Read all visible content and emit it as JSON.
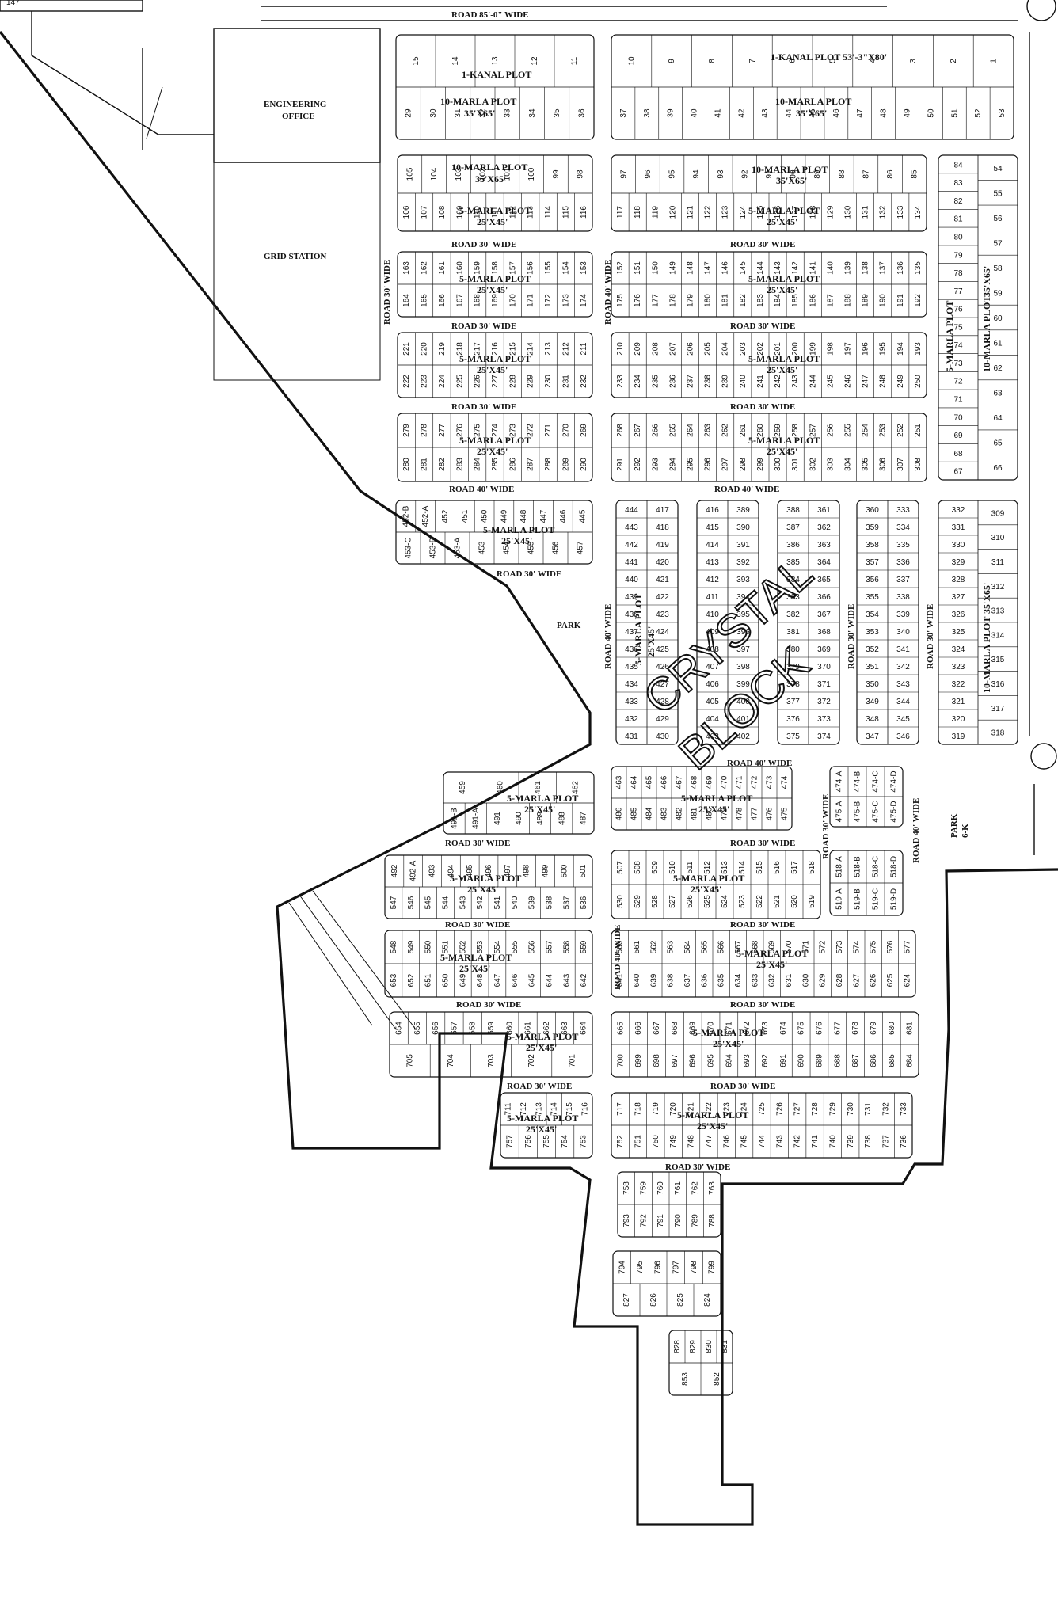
{
  "map": {
    "title_line1": "CRYSTAL",
    "title_line2": "BLOCK",
    "corner_number": "147",
    "roads": {
      "top": "ROAD 85'-0\" WIDE",
      "r30": "ROAD 30' WIDE",
      "r40": "ROAD 40' WIDE"
    },
    "landmarks": {
      "engineering": "ENGINEERING",
      "office": "OFFICE",
      "grid_station": "GRID STATION",
      "park": "PARK",
      "park6k_line1": "PARK",
      "park6k_line2": "6-K"
    },
    "plot_types": {
      "kanal_1": "1-KANAL PLOT",
      "kanal_1_size": "1-KANAL PLOT 53'-3\"X80'",
      "marla_10": "10-MARLA PLOT",
      "marla_5": "5-MARLA PLOT",
      "size_35x65": "35'X65'",
      "size_25x45": "25'X45'"
    },
    "blocks": [
      {
        "r1": [
          "15",
          "14",
          "13",
          "12",
          "11"
        ],
        "r2": [
          "29",
          "30",
          "31",
          "32",
          "33",
          "34",
          "35",
          "36"
        ]
      },
      {
        "r1": [
          "10",
          "9",
          "8",
          "7",
          "6",
          "5",
          "4",
          "3",
          "2",
          "1"
        ],
        "r2": [
          "37",
          "38",
          "39",
          "40",
          "41",
          "42",
          "43",
          "44",
          "45",
          "46",
          "47",
          "48",
          "49",
          "50",
          "51",
          "52",
          "53"
        ]
      },
      {
        "r1": [
          "105",
          "104",
          "103",
          "102",
          "101",
          "100",
          "99",
          "98"
        ],
        "r2": [
          "106",
          "107",
          "108",
          "109",
          "110",
          "111",
          "112",
          "113",
          "114",
          "115",
          "116"
        ]
      },
      {
        "r1": [
          "97",
          "96",
          "95",
          "94",
          "93",
          "92",
          "91",
          "90",
          "89",
          "88",
          "87",
          "86",
          "85"
        ],
        "r2": [
          "117",
          "118",
          "119",
          "120",
          "121",
          "122",
          "123",
          "124",
          "125",
          "126",
          "127",
          "128",
          "129",
          "130",
          "131",
          "132",
          "133",
          "134"
        ]
      },
      {
        "r1": [
          "163",
          "162",
          "161",
          "160",
          "159",
          "158",
          "157",
          "156",
          "155",
          "154",
          "153"
        ],
        "r2": [
          "164",
          "165",
          "166",
          "167",
          "168",
          "169",
          "170",
          "171",
          "172",
          "173",
          "174"
        ]
      },
      {
        "r1": [
          "152",
          "151",
          "150",
          "149",
          "148",
          "147",
          "146",
          "145",
          "144",
          "143",
          "142",
          "141",
          "140",
          "139",
          "138",
          "137",
          "136",
          "135"
        ],
        "r2": [
          "175",
          "176",
          "177",
          "178",
          "179",
          "180",
          "181",
          "182",
          "183",
          "184",
          "185",
          "186",
          "187",
          "188",
          "189",
          "190",
          "191",
          "192"
        ]
      },
      {
        "r1": [
          "221",
          "220",
          "219",
          "218",
          "217",
          "216",
          "215",
          "214",
          "213",
          "212",
          "211"
        ],
        "r2": [
          "222",
          "223",
          "224",
          "225",
          "226",
          "227",
          "228",
          "229",
          "230",
          "231",
          "232"
        ]
      },
      {
        "r1": [
          "210",
          "209",
          "208",
          "207",
          "206",
          "205",
          "204",
          "203",
          "202",
          "201",
          "200",
          "199",
          "198",
          "197",
          "196",
          "195",
          "194",
          "193"
        ],
        "r2": [
          "233",
          "234",
          "235",
          "236",
          "237",
          "238",
          "239",
          "240",
          "241",
          "242",
          "243",
          "244",
          "245",
          "246",
          "247",
          "248",
          "249",
          "250"
        ]
      },
      {
        "r1": [
          "279",
          "278",
          "277",
          "276",
          "275",
          "274",
          "273",
          "272",
          "271",
          "270",
          "269"
        ],
        "r2": [
          "280",
          "281",
          "282",
          "283",
          "284",
          "285",
          "286",
          "287",
          "288",
          "289",
          "290"
        ]
      },
      {
        "r1": [
          "268",
          "267",
          "266",
          "265",
          "264",
          "263",
          "262",
          "261",
          "260",
          "259",
          "258",
          "257",
          "256",
          "255",
          "254",
          "253",
          "252",
          "251"
        ],
        "r2": [
          "291",
          "292",
          "293",
          "294",
          "295",
          "296",
          "297",
          "298",
          "299",
          "300",
          "301",
          "302",
          "303",
          "304",
          "305",
          "306",
          "307",
          "308"
        ]
      }
    ],
    "side_block": {
      "left": [
        "84",
        "83",
        "82",
        "81",
        "80",
        "79",
        "78",
        "77",
        "76",
        "75",
        "74",
        "73",
        "72",
        "71",
        "70",
        "69",
        "68",
        "67"
      ],
      "right": [
        "54",
        "55",
        "56",
        "57",
        "58",
        "59",
        "60",
        "61",
        "62",
        "63",
        "64",
        "65",
        "66"
      ]
    },
    "vertical_blocks": [
      {
        "a": [
          "444",
          "443",
          "442",
          "441",
          "440",
          "439",
          "438",
          "437",
          "436",
          "435",
          "434",
          "433",
          "432",
          "431"
        ],
        "b": [
          "417",
          "418",
          "419",
          "420",
          "421",
          "422",
          "423",
          "424",
          "425",
          "426",
          "427",
          "428",
          "429",
          "430"
        ]
      },
      {
        "a": [
          "416",
          "415",
          "414",
          "413",
          "412",
          "411",
          "410",
          "409",
          "408",
          "407",
          "406",
          "405",
          "404",
          "403"
        ],
        "b": [
          "389",
          "390",
          "391",
          "392",
          "393",
          "394",
          "395",
          "396",
          "397",
          "398",
          "399",
          "400",
          "401",
          "402"
        ]
      },
      {
        "a": [
          "388",
          "387",
          "386",
          "385",
          "384",
          "383",
          "382",
          "381",
          "380",
          "379",
          "378",
          "377",
          "376",
          "375"
        ],
        "b": [
          "361",
          "362",
          "363",
          "364",
          "365",
          "366",
          "367",
          "368",
          "369",
          "370",
          "371",
          "372",
          "373",
          "374"
        ]
      },
      {
        "a": [
          "360",
          "359",
          "358",
          "357",
          "356",
          "355",
          "354",
          "353",
          "352",
          "351",
          "350",
          "349",
          "348",
          "347"
        ],
        "b": [
          "333",
          "334",
          "335",
          "336",
          "337",
          "338",
          "339",
          "340",
          "341",
          "342",
          "343",
          "344",
          "345",
          "346"
        ]
      },
      {
        "a": [
          "332",
          "331",
          "330",
          "329",
          "328",
          "327",
          "326",
          "325",
          "324",
          "323",
          "322",
          "321",
          "320",
          "319"
        ],
        "b": [
          "309",
          "310",
          "311",
          "312",
          "313",
          "314",
          "315",
          "316",
          "317",
          "318"
        ]
      }
    ],
    "mid_blocks": [
      {
        "r1": [
          "452-B",
          "452-A",
          "452",
          "451",
          "450",
          "449",
          "448",
          "447",
          "446",
          "445"
        ],
        "r2": [
          "453-C",
          "453-B",
          "453-A",
          "453",
          "454",
          "455",
          "456",
          "457"
        ]
      },
      {
        "r1": [
          "459",
          "460",
          "461",
          "462"
        ],
        "r2": [
          "491-B",
          "491-A",
          "491",
          "490",
          "489",
          "488",
          "487"
        ]
      },
      {
        "r1": [
          "463",
          "464",
          "465",
          "466",
          "467",
          "468",
          "469",
          "470",
          "471",
          "472",
          "473",
          "474"
        ],
        "r2": [
          "486",
          "485",
          "484",
          "483",
          "482",
          "481",
          "480",
          "479",
          "478",
          "477",
          "476",
          "475"
        ]
      },
      {
        "r1": [
          "474-A",
          "474-B",
          "474-C",
          "474-D"
        ],
        "r2": [
          "475-A",
          "475-B",
          "475-C",
          "475-D"
        ]
      },
      {
        "r1": [
          "492",
          "492-A",
          "493",
          "494",
          "495",
          "496",
          "497",
          "498",
          "499",
          "500",
          "501"
        ],
        "r2": [
          "547",
          "546",
          "545",
          "544",
          "543",
          "542",
          "541",
          "540",
          "539",
          "538",
          "537",
          "536"
        ]
      },
      {
        "r1": [
          "507",
          "508",
          "509",
          "510",
          "511",
          "512",
          "513",
          "514",
          "515",
          "516",
          "517",
          "518"
        ],
        "r2": [
          "530",
          "529",
          "528",
          "527",
          "526",
          "525",
          "524",
          "523",
          "522",
          "521",
          "520",
          "519"
        ]
      },
      {
        "r1": [
          "518-A",
          "518-B",
          "518-C",
          "518-D"
        ],
        "r2": [
          "519-A",
          "519-B",
          "519-C",
          "519-D"
        ]
      },
      {
        "r1": [
          "548",
          "549",
          "550",
          "551",
          "552",
          "553",
          "554",
          "555",
          "556",
          "557",
          "558",
          "559"
        ],
        "r2": [
          "653",
          "652",
          "651",
          "650",
          "649",
          "648",
          "647",
          "646",
          "645",
          "644",
          "643",
          "642"
        ]
      },
      {
        "r1": [
          "560",
          "561",
          "562",
          "563",
          "564",
          "565",
          "566",
          "567",
          "568",
          "569",
          "570",
          "571",
          "572",
          "573",
          "574",
          "575",
          "576",
          "577"
        ],
        "r2": [
          "641",
          "640",
          "639",
          "638",
          "637",
          "636",
          "635",
          "634",
          "633",
          "632",
          "631",
          "630",
          "629",
          "628",
          "627",
          "626",
          "625",
          "624"
        ]
      },
      {
        "r1": [
          "654",
          "655",
          "656",
          "657",
          "658",
          "659",
          "660",
          "661",
          "662",
          "663",
          "664"
        ],
        "r2": [
          "705",
          "704",
          "703",
          "702",
          "701"
        ]
      },
      {
        "r1": [
          "665",
          "666",
          "667",
          "668",
          "669",
          "670",
          "671",
          "672",
          "673",
          "674",
          "675",
          "676",
          "677",
          "678",
          "679",
          "680",
          "681"
        ],
        "r2": [
          "700",
          "699",
          "698",
          "697",
          "696",
          "695",
          "694",
          "693",
          "692",
          "691",
          "690",
          "689",
          "688",
          "687",
          "686",
          "685",
          "684"
        ]
      },
      {
        "r1": [
          "711",
          "712",
          "713",
          "714",
          "715",
          "716"
        ],
        "r2": [
          "757",
          "756",
          "755",
          "754",
          "753"
        ]
      },
      {
        "r1": [
          "717",
          "718",
          "719",
          "720",
          "721",
          "722",
          "723",
          "724",
          "725",
          "726",
          "727",
          "728",
          "729",
          "730",
          "731",
          "732",
          "733"
        ],
        "r2": [
          "752",
          "751",
          "750",
          "749",
          "748",
          "747",
          "746",
          "745",
          "744",
          "743",
          "742",
          "741",
          "740",
          "739",
          "738",
          "737",
          "736"
        ]
      },
      {
        "r1": [
          "758",
          "759",
          "760",
          "761",
          "762",
          "763"
        ],
        "r2": [
          "793",
          "792",
          "791",
          "790",
          "789",
          "788"
        ]
      },
      {
        "r1": [
          "794",
          "795",
          "796",
          "797",
          "798",
          "799"
        ],
        "r2": [
          "827",
          "826",
          "825",
          "824"
        ]
      },
      {
        "r1": [
          "828",
          "829",
          "830",
          "831"
        ],
        "r2": [
          "853",
          "852"
        ]
      }
    ]
  }
}
